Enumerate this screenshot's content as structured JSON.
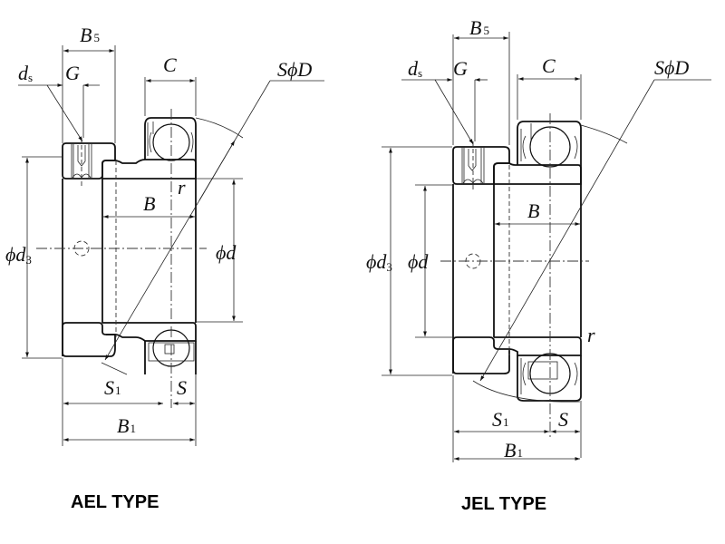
{
  "diagrams": [
    {
      "id": "ael",
      "caption": "AEL TYPE",
      "labels": {
        "B5": "B",
        "B5_sub": "5",
        "ds": "d",
        "ds_sub": "s",
        "G": "G",
        "C": "C",
        "SphiD": "SϕD",
        "r": "r",
        "B": "B",
        "phid3": "ϕd",
        "phid3_sub": "3",
        "phid": "ϕd",
        "S1": "S",
        "S1_sub": "1",
        "S": "S",
        "B1": "B",
        "B1_sub": "1"
      }
    },
    {
      "id": "jel",
      "caption": "JEL TYPE",
      "labels": {
        "B5": "B",
        "B5_sub": "5",
        "ds": "d",
        "ds_sub": "s",
        "G": "G",
        "C": "C",
        "SphiD": "SϕD",
        "r": "r",
        "B": "B",
        "phid3": "ϕd",
        "phid3_sub": "3",
        "phid": "ϕd",
        "S1": "S",
        "S1_sub": "1",
        "S": "S",
        "B1": "B",
        "B1_sub": "1"
      }
    }
  ]
}
